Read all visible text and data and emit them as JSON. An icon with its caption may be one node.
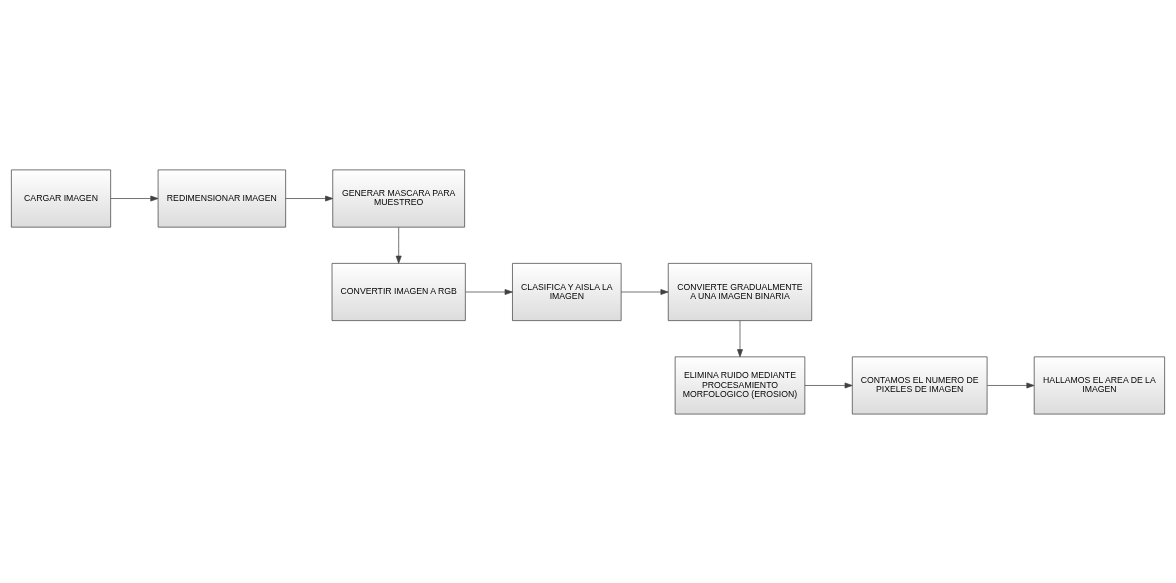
{
  "diagram": {
    "nodes": [
      {
        "text": [
          "CARGAR IMAGEN"
        ]
      },
      {
        "text": [
          "REDIMENSIONAR IMAGEN"
        ]
      },
      {
        "text": [
          "GENERAR MASCARA PARA MUESTREO"
        ]
      },
      {
        "text": [
          "CONVERTIR IMAGEN A RGB"
        ]
      },
      {
        "text": [
          "CLASIFICA Y AISLA LA IMAGEN"
        ]
      },
      {
        "text": [
          "CONVIERTE GRADUALMENTE A UNA IMAGEN BINARIA"
        ]
      },
      {
        "text": [
          "ELIMINA RUIDO MEDIANTE PROCESAMIENTO MORFOLOGICO (EROSION)"
        ]
      },
      {
        "text": [
          "CONTAMOS EL NUMERO DE PIXELES DE IMAGEN"
        ]
      },
      {
        "text": [
          "HALLAMOS EL AREA DE LA IMAGEN"
        ]
      }
    ],
    "edges": [
      {
        "from": 0,
        "to": 1,
        "arrow": "to"
      },
      {
        "from": 1,
        "to": 2,
        "arrow": "to"
      },
      {
        "from": 2,
        "to": 3,
        "arrow": "to"
      },
      {
        "from": 3,
        "to": 4,
        "arrow": "to"
      },
      {
        "from": 4,
        "to": 5,
        "arrow": "to"
      },
      {
        "from": 5,
        "to": 6,
        "arrow": "to"
      },
      {
        "from": 6,
        "to": 7,
        "arrow": "to"
      },
      {
        "from": 7,
        "to": 8,
        "arrow": "to"
      }
    ]
  }
}
